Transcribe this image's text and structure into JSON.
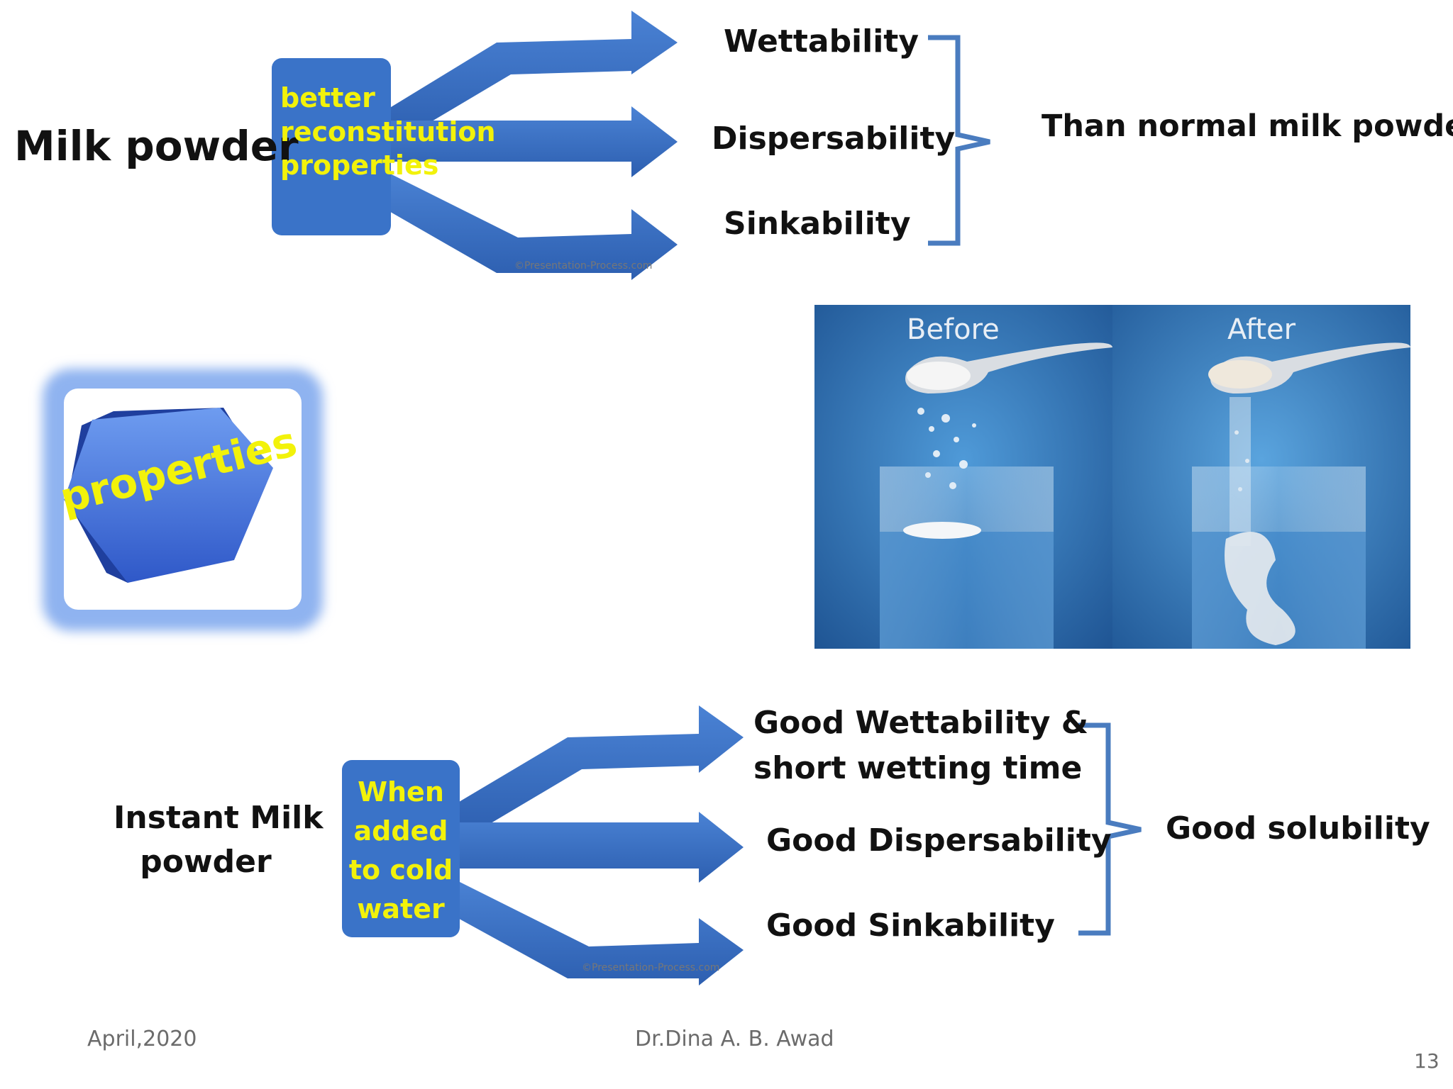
{
  "top": {
    "subject": "Milk powder",
    "box_lines": [
      "better",
      "reconstitution",
      "properties"
    ],
    "outputs": [
      "Wettability",
      "Dispersability",
      "Sinkability"
    ],
    "conclusion": "Than normal milk powder.",
    "watermark": "©Presentation-Process.com"
  },
  "badge": {
    "label": "properties"
  },
  "photo": {
    "before_label": "Before",
    "after_label": "After"
  },
  "bottom": {
    "subject_lines": [
      "Instant Milk",
      "powder"
    ],
    "box_lines": [
      "When",
      "added",
      "to cold",
      "water"
    ],
    "outputs": [
      "Good Wettability &",
      "short wetting time",
      "Good Dispersability",
      "Good Sinkability"
    ],
    "conclusion": "Good solubility",
    "watermark": "©Presentation-Process.com"
  },
  "footer": {
    "date": "April,2020",
    "author": "Dr.Dina A. B. Awad",
    "page": "13"
  },
  "colors": {
    "arrow_blue": "#3a6fc4",
    "box_blue": "#3a73c8",
    "box_text": "#f2f20a",
    "bracket": "#4a7cbf"
  }
}
